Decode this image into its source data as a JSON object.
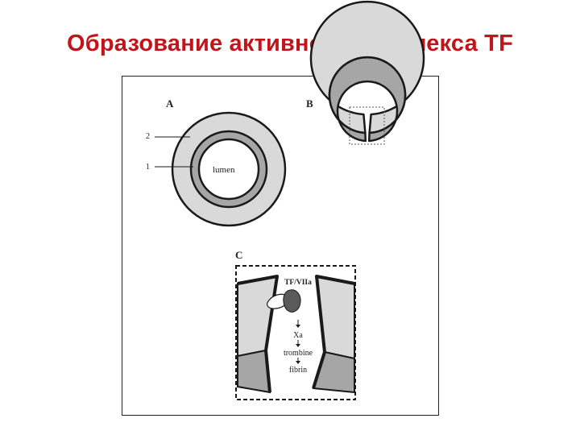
{
  "slide": {
    "title": "Образование активного комплекса TF"
  },
  "panels": {
    "a": {
      "label": "A",
      "callout_outer": "2",
      "callout_inner": "1",
      "lumen_label": "lumen"
    },
    "b": {
      "label": "B"
    },
    "c": {
      "label": "C",
      "cascade": [
        "TF/VIIa",
        "Xa",
        "trombine",
        "fibrin"
      ]
    }
  },
  "colors": {
    "title": "#c0151b",
    "outer_layer": "#d9d9d9",
    "inner_layer": "#a6a6a6",
    "stroke": "#1a1a1a"
  }
}
